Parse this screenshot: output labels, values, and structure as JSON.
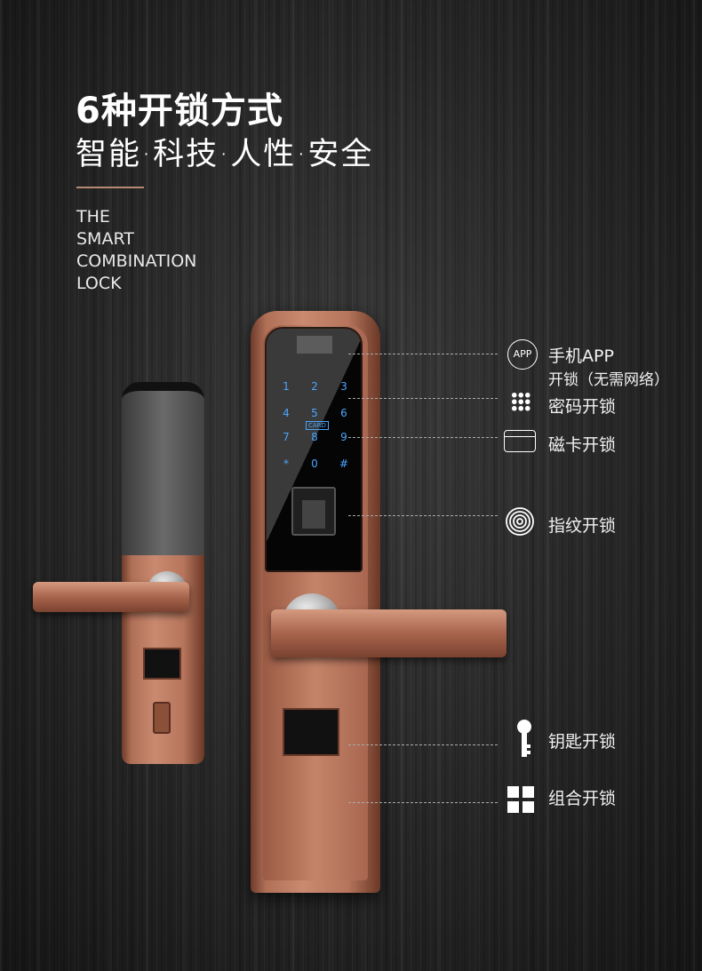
{
  "header": {
    "title": "6种开锁方式",
    "subtitle": "智能·科技·人性·安全",
    "english": [
      "THE",
      "SMART",
      "COMBINATION",
      "LOCK"
    ]
  },
  "keypad": {
    "keys": [
      "1",
      "2",
      "3",
      "4",
      "5",
      "6",
      "7",
      "8",
      "9",
      "*",
      "0",
      "#"
    ],
    "card_label": "CARD"
  },
  "features": [
    {
      "icon": "app-icon",
      "icon_text": "APP",
      "label": "手机APP",
      "sublabel": "开锁（无需网络）"
    },
    {
      "icon": "keypad-icon",
      "label": "密码开锁"
    },
    {
      "icon": "card-icon",
      "label": "磁卡开锁"
    },
    {
      "icon": "fingerprint-icon",
      "label": "指纹开锁"
    },
    {
      "icon": "key-icon",
      "label": "钥匙开锁"
    },
    {
      "icon": "combination-icon",
      "label": "组合开锁"
    }
  ],
  "colors": {
    "lock_body": "#c98a70",
    "keypad_glow": "#4ba6ff",
    "accent_rule": "#b58a72"
  }
}
